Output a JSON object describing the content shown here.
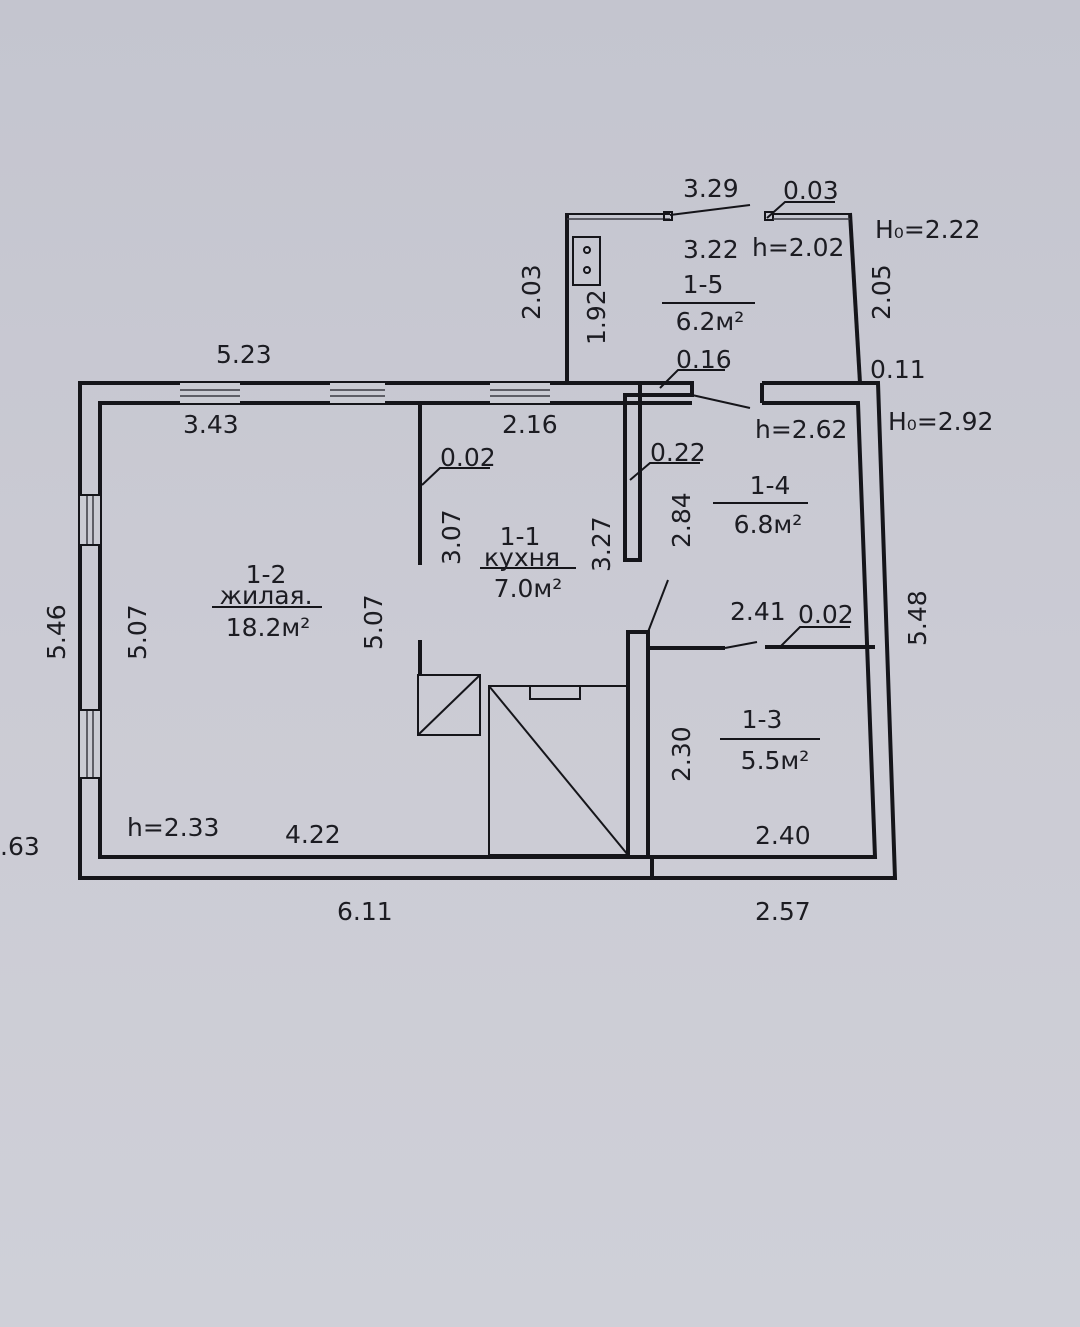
{
  "plan": {
    "rooms": [
      {
        "id": "1-2",
        "name": "жилая.",
        "area": "18.2м²"
      },
      {
        "id": "1-1",
        "name": "кухня",
        "area": "7.0м²"
      },
      {
        "id": "1-4",
        "area": "6.8м²"
      },
      {
        "id": "1-3",
        "area": "5.5м²"
      },
      {
        "id": "1-5",
        "area": "6.2м²"
      }
    ],
    "dimensions": {
      "d_329": "3.29",
      "d_003a": "0.03",
      "d_322": "3.22",
      "h_202": "h=2.02",
      "H_222": "H₀=2.22",
      "d_203": "2.03",
      "d_192": "1.92",
      "d_205": "2.05",
      "d_523": "5.23",
      "d_016": "0.16",
      "d_011": "0.11",
      "h_262": "h=2.62",
      "H_292": "H₀=2.92",
      "d_343": "3.43",
      "d_216": "2.16",
      "d_002a": "0.02",
      "d_022": "0.22",
      "d_546": "5.46",
      "d_507a": "5.07",
      "d_507b": "5.07",
      "d_307": "3.07",
      "d_327": "3.27",
      "d_284": "2.84",
      "d_241": "2.41",
      "d_002b": "0.02",
      "d_548": "5.48",
      "d_230": "2.30",
      "h_233": "h=2.33",
      "d_422": "4.22",
      "d_240": "2.40",
      "d_611": "6.11",
      "d_257": "2.57",
      "d_63": ".63"
    }
  }
}
